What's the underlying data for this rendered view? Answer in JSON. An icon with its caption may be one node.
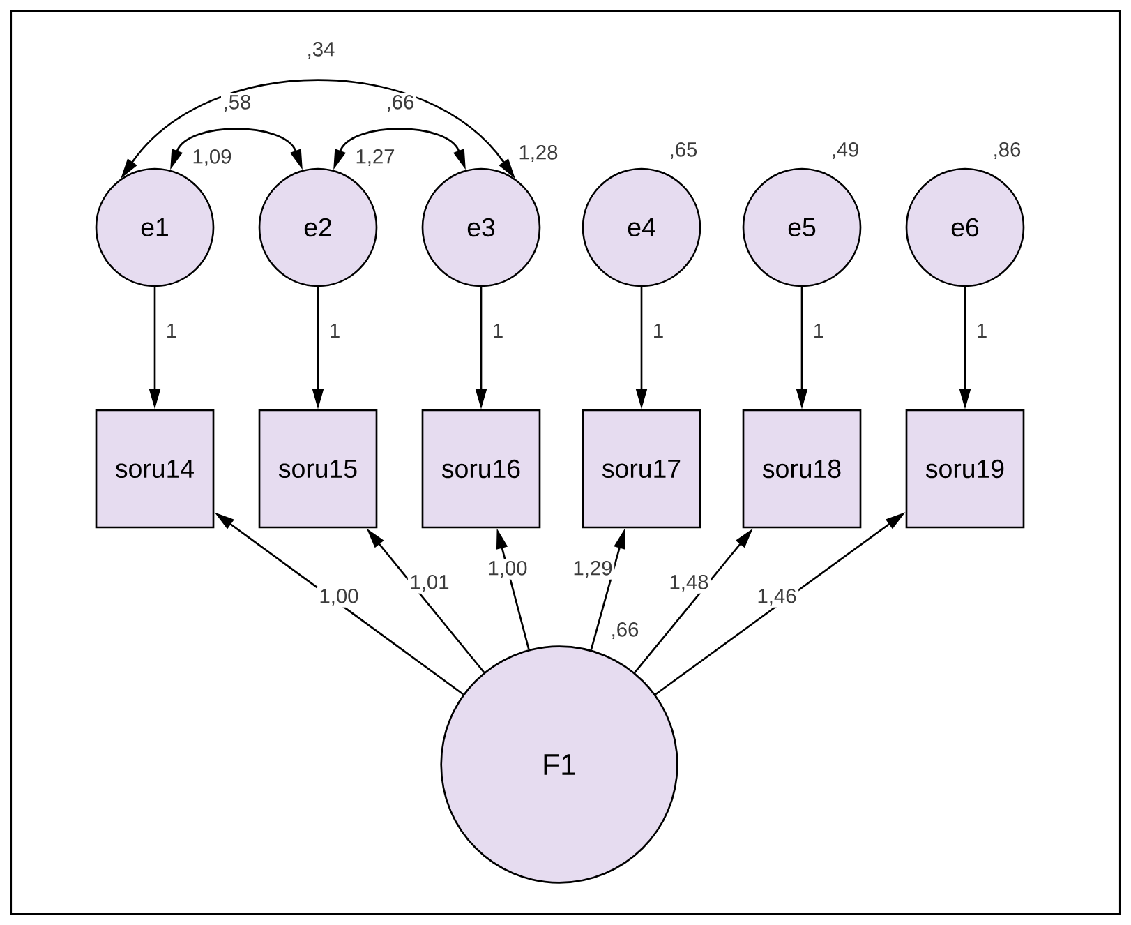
{
  "diagram": {
    "nodes": [
      {
        "text": [
          "e1"
        ],
        "beside": [
          "1,09"
        ]
      },
      {
        "text": [
          "e2"
        ],
        "beside": [
          "1,27"
        ]
      },
      {
        "text": [
          "e3"
        ],
        "beside": [
          "1,28"
        ]
      },
      {
        "text": [
          "e4"
        ],
        "beside": [
          ",65"
        ]
      },
      {
        "text": [
          "e5"
        ],
        "beside": [
          ",49"
        ]
      },
      {
        "text": [
          "e6"
        ],
        "beside": [
          ",86"
        ]
      },
      {
        "text": [
          "soru14"
        ]
      },
      {
        "text": [
          "soru15"
        ]
      },
      {
        "text": [
          "soru16"
        ]
      },
      {
        "text": [
          "soru17"
        ]
      },
      {
        "text": [
          "soru18"
        ]
      },
      {
        "text": [
          "soru19"
        ]
      },
      {
        "text": [
          "F1"
        ],
        "beside": [
          ",66"
        ]
      }
    ],
    "edges": [
      {
        "from": 0,
        "to": 2,
        "arrow": "both",
        "label": ",34"
      },
      {
        "from": 0,
        "to": 1,
        "arrow": "both",
        "label": ",58"
      },
      {
        "from": 1,
        "to": 2,
        "arrow": "both",
        "label": ",66"
      },
      {
        "from": 0,
        "to": 6,
        "arrow": "to",
        "label": "1"
      },
      {
        "from": 1,
        "to": 7,
        "arrow": "to",
        "label": "1"
      },
      {
        "from": 2,
        "to": 8,
        "arrow": "to",
        "label": "1"
      },
      {
        "from": 3,
        "to": 9,
        "arrow": "to",
        "label": "1"
      },
      {
        "from": 4,
        "to": 10,
        "arrow": "to",
        "label": "1"
      },
      {
        "from": 5,
        "to": 11,
        "arrow": "to",
        "label": "1"
      },
      {
        "from": 12,
        "to": 6,
        "arrow": "to",
        "label": "1,00"
      },
      {
        "from": 12,
        "to": 7,
        "arrow": "to",
        "label": "1,01"
      },
      {
        "from": 12,
        "to": 8,
        "arrow": "to",
        "label": "1,00"
      },
      {
        "from": 12,
        "to": 9,
        "arrow": "to",
        "label": "1,29"
      },
      {
        "from": 12,
        "to": 10,
        "arrow": "to",
        "label": "1,48"
      },
      {
        "from": 12,
        "to": 11,
        "arrow": "to",
        "label": "1,46"
      }
    ]
  }
}
